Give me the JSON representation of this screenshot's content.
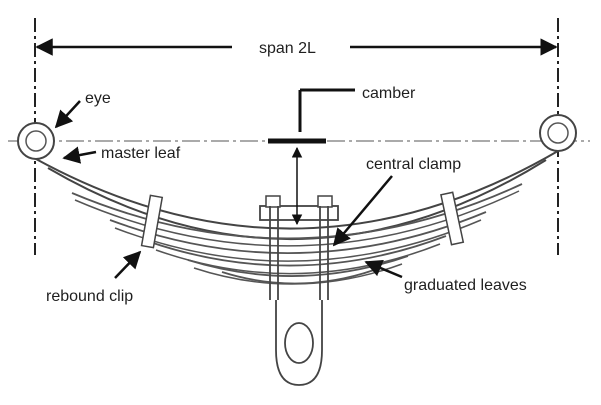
{
  "labels": {
    "span": "span  2L",
    "camber": "camber",
    "eye": "eye",
    "master_leaf": "master leaf",
    "central_clamp": "central clamp",
    "rebound_clip": "rebound clip",
    "graduated_leaves": "graduated leaves"
  },
  "colors": {
    "line": "#444444",
    "ink": "#111111",
    "background": "#ffffff"
  }
}
